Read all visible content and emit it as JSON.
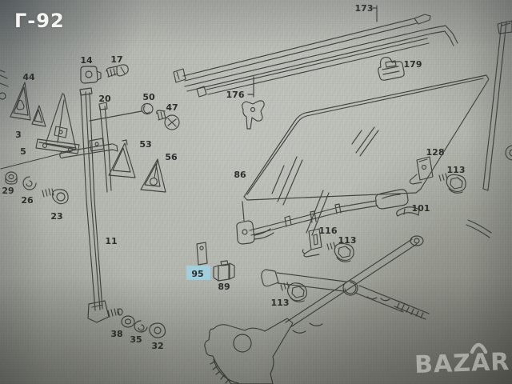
{
  "page": {
    "plate_code": "Г-92"
  },
  "watermark": {
    "brand": "BAZAR"
  },
  "diagram": {
    "description": "Exploded parts diagram: door window glass, guide rails and window regulator",
    "highlight_color": "#9fd4e6",
    "line_color": "#40443f",
    "label_color": "#2c2f2c",
    "highlighted_part": "95",
    "labels": [
      {
        "part": "173",
        "text": "173"
      },
      {
        "part": "176",
        "text": "176"
      },
      {
        "part": "179",
        "text": "179"
      },
      {
        "part": "14",
        "text": "14"
      },
      {
        "part": "17",
        "text": "17"
      },
      {
        "part": "44",
        "text": "44"
      },
      {
        "part": "20",
        "text": "20"
      },
      {
        "part": "50",
        "text": "50"
      },
      {
        "part": "47",
        "text": "47"
      },
      {
        "part": "3",
        "text": "3"
      },
      {
        "part": "5",
        "text": "5"
      },
      {
        "part": "53",
        "text": "53"
      },
      {
        "part": "56",
        "text": "56"
      },
      {
        "part": "86",
        "text": "86"
      },
      {
        "part": "128",
        "text": "128"
      },
      {
        "part": "113a",
        "text": "113"
      },
      {
        "part": "101",
        "text": "101"
      },
      {
        "part": "29",
        "text": "29"
      },
      {
        "part": "26",
        "text": "26"
      },
      {
        "part": "23",
        "text": "23"
      },
      {
        "part": "11",
        "text": "11"
      },
      {
        "part": "116",
        "text": "116"
      },
      {
        "part": "113b",
        "text": "113"
      },
      {
        "part": "95",
        "text": "95"
      },
      {
        "part": "89",
        "text": "89"
      },
      {
        "part": "113c",
        "text": "113"
      },
      {
        "part": "38",
        "text": "38"
      },
      {
        "part": "35",
        "text": "35"
      },
      {
        "part": "32",
        "text": "32"
      }
    ]
  }
}
